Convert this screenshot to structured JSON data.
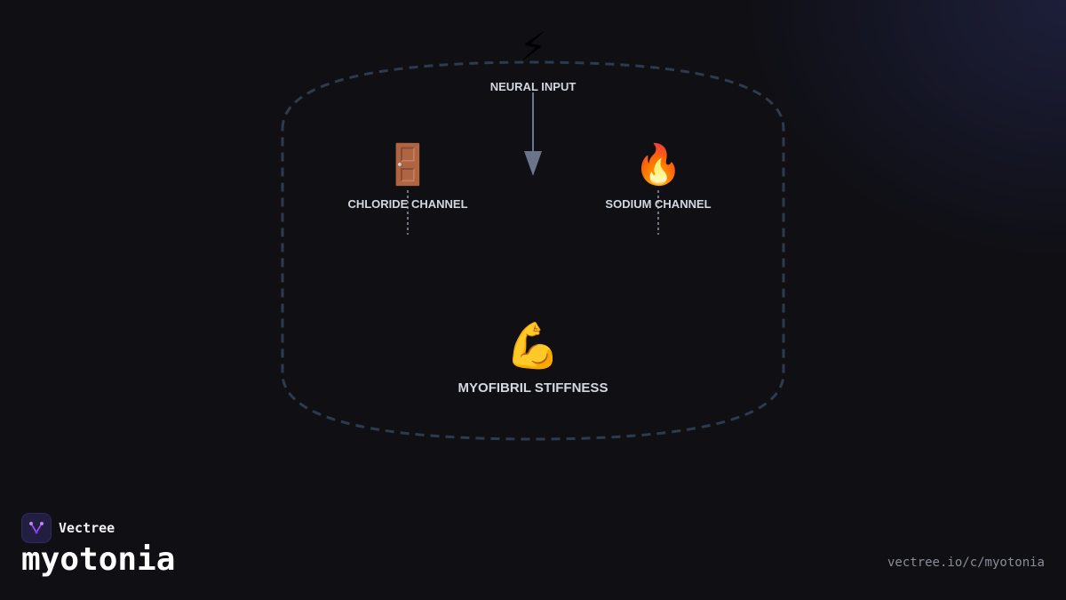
{
  "diagram": {
    "nodes": {
      "neural_input": {
        "icon": "lightning-bolt-icon",
        "glyph": "⚡",
        "label": "NEURAL INPUT"
      },
      "chloride_channel": {
        "icon": "door-icon",
        "glyph": "🚪",
        "label": "CHLORIDE CHANNEL"
      },
      "sodium_channel": {
        "icon": "fire-icon",
        "glyph": "🔥",
        "label": "SODIUM CHANNEL"
      },
      "myofibril_stiffness": {
        "icon": "flexed-biceps-icon",
        "glyph": "💪",
        "label": "MYOFIBRIL STIFFNESS"
      }
    },
    "edges": [
      {
        "from": "neural_input",
        "to": "myofibril_stiffness",
        "style": "solid-arrow"
      },
      {
        "from": "chloride_channel",
        "style": "dotted"
      },
      {
        "from": "sodium_channel",
        "style": "dotted"
      }
    ],
    "colors": {
      "boundary": "#2e3a4e",
      "arrow": "#6b7488",
      "label": "#d3d7e0"
    }
  },
  "footer": {
    "brand_name": "Vectree",
    "title": "myotonia",
    "url": "vectree.io/c/myotonia"
  }
}
